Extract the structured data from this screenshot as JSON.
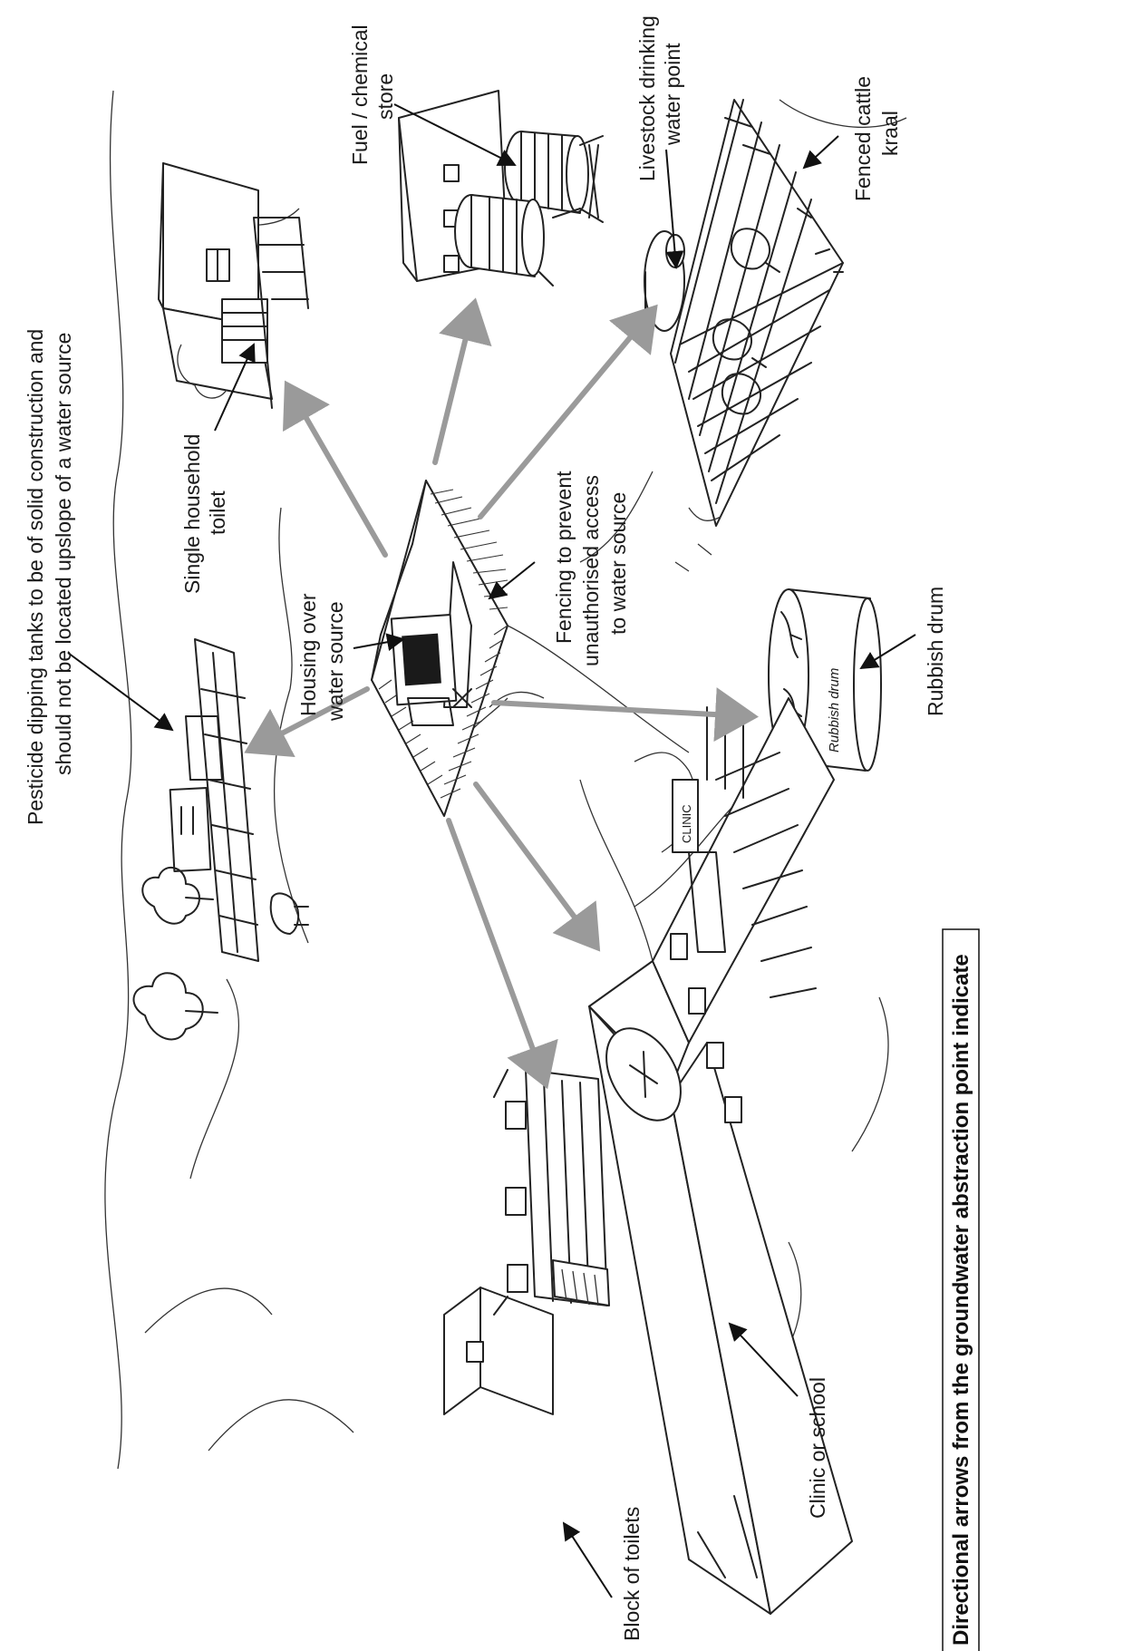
{
  "labels": {
    "pesticide_line1": "Pesticide dipping tanks to be of solid construction and",
    "pesticide_line2": "should not be located upslope of a water source",
    "single_toilet_line1": "Single household",
    "single_toilet_line2": "toilet",
    "fuel_line1": "Fuel / chemical",
    "fuel_line2": "store",
    "livestock_line1": "Livestock drinking",
    "livestock_line2": "water point",
    "kraal_line1": "Fenced cattle",
    "kraal_line2": "kraal",
    "housing_line1": "Housing over",
    "housing_line2": "water source",
    "fencing_line1": "Fencing to prevent",
    "fencing_line2": "unauthorised access",
    "fencing_line3": "to water source",
    "rubbish": "Rubbish drum",
    "clinic": "Clinic or school",
    "block_toilets": "Block of toilets",
    "sign_clinic": "CLINIC",
    "drum_text": "Rubbish drum"
  },
  "caption": "Directional arrows from the groundwater abstraction point indicate",
  "colors": {
    "arrow_gray": "#9a9a9a",
    "ink": "#222222"
  }
}
